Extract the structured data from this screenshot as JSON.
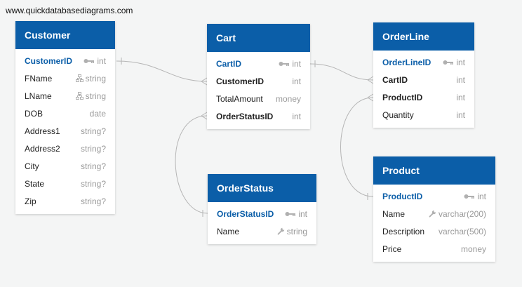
{
  "watermark": "www.quickdatabasediagrams.com",
  "tables": {
    "customer": {
      "title": "Customer",
      "fields": [
        {
          "name": "CustomerID",
          "type": "int",
          "icon": "key-icon"
        },
        {
          "name": "FName",
          "type": "string",
          "icon": "index-icon"
        },
        {
          "name": "LName",
          "type": "string",
          "icon": "index-icon"
        },
        {
          "name": "DOB",
          "type": "date"
        },
        {
          "name": "Address1",
          "type": "string?"
        },
        {
          "name": "Address2",
          "type": "string?"
        },
        {
          "name": "City",
          "type": "string?"
        },
        {
          "name": "State",
          "type": "string?"
        },
        {
          "name": "Zip",
          "type": "string?"
        }
      ]
    },
    "cart": {
      "title": "Cart",
      "fields": [
        {
          "name": "CartID",
          "type": "int",
          "icon": "key-icon"
        },
        {
          "name": "CustomerID",
          "type": "int"
        },
        {
          "name": "TotalAmount",
          "type": "money"
        },
        {
          "name": "OrderStatusID",
          "type": "int"
        }
      ]
    },
    "orderline": {
      "title": "OrderLine",
      "fields": [
        {
          "name": "OrderLineID",
          "type": "int",
          "icon": "key-icon"
        },
        {
          "name": "CartID",
          "type": "int"
        },
        {
          "name": "ProductID",
          "type": "int"
        },
        {
          "name": "Quantity",
          "type": "int"
        }
      ]
    },
    "orderstatus": {
      "title": "OrderStatus",
      "fields": [
        {
          "name": "OrderStatusID",
          "type": "int",
          "icon": "key-icon"
        },
        {
          "name": "Name",
          "type": "string",
          "icon": "wrench-icon"
        }
      ]
    },
    "product": {
      "title": "Product",
      "fields": [
        {
          "name": "ProductID",
          "type": "int",
          "icon": "key-icon"
        },
        {
          "name": "Name",
          "type": "varchar(200)",
          "icon": "wrench-icon"
        },
        {
          "name": "Description",
          "type": "varchar(500)"
        },
        {
          "name": "Price",
          "type": "money"
        }
      ]
    }
  },
  "colors": {
    "header_bg": "#0b5ea8",
    "header_text": "#ffffff",
    "primary_key_text": "#0b5ea8",
    "type_text": "#9a9a9a",
    "link_line": "#b5b5b5",
    "background": "#f4f5f5"
  }
}
